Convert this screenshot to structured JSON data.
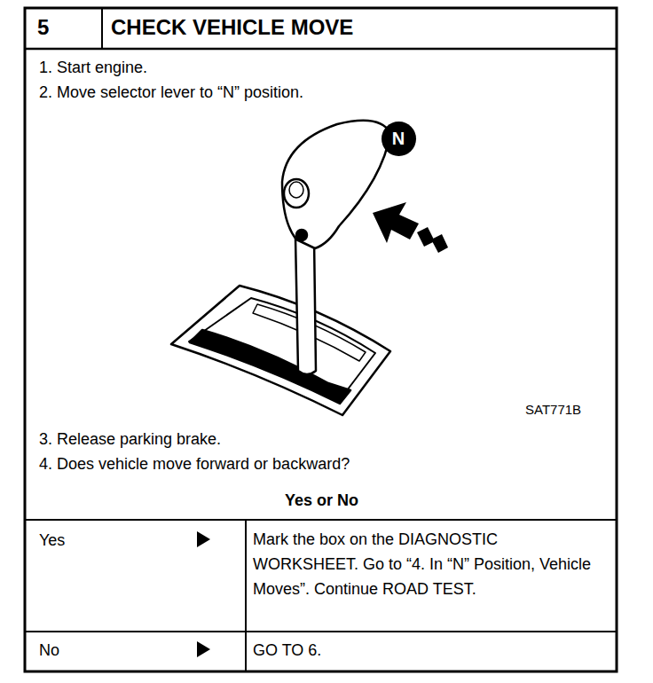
{
  "diagram": {
    "title": "CHECK VEHICLE MOVE",
    "nodes": [
      {
        "text": [
          "N"
        ]
      }
    ],
    "labels": [
      "5",
      "1. Start engine.",
      "2. Move selector lever to “N” position.",
      "N",
      "SAT771B",
      "3. Release parking brake.",
      "4. Does vehicle move forward or backward?",
      "Yes or No",
      "Yes",
      "Mark the box on the DIAGNOSTIC WORKSHEET. Go to “4. In “N” Position, Vehicle Moves”. Continue ROAD TEST.",
      "No",
      "GO TO 6."
    ]
  }
}
